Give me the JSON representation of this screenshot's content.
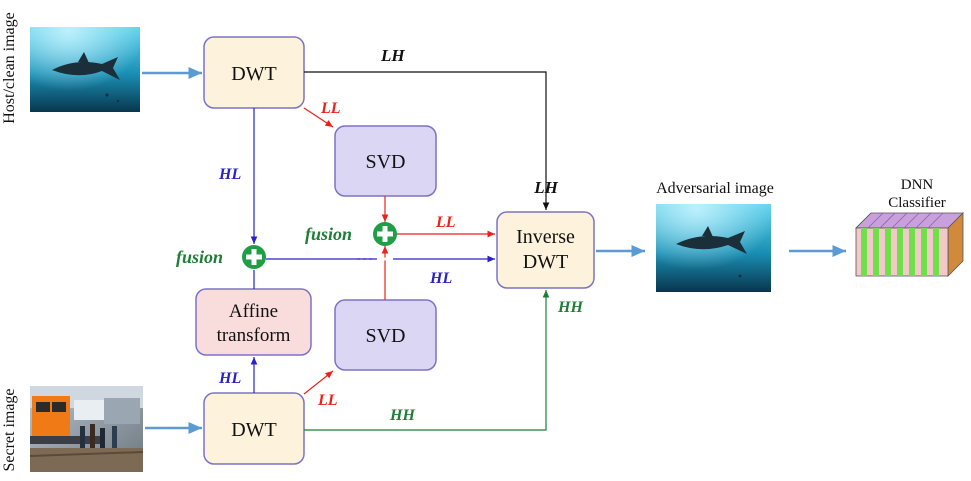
{
  "labels": {
    "host_image": "Host/clean image",
    "secret_image": "Secret image",
    "adversarial_image": "Adversarial image",
    "dnn_line1": "DNN",
    "dnn_line2": "Classifier"
  },
  "boxes": {
    "dwt_top": "DWT",
    "svd_top": "SVD",
    "affine_line1": "Affine",
    "affine_line2": "transform",
    "svd_bottom": "SVD",
    "dwt_bottom": "DWT",
    "inverse_line1": "Inverse",
    "inverse_line2": "DWT"
  },
  "edges": {
    "lh_top": "LH",
    "lh_mid": "LH",
    "ll_top": "LL",
    "hl_top": "HL",
    "ll_fuse": "LL",
    "hl_fuse": "HL",
    "hh_right": "HH",
    "hl_bottom": "HL",
    "ll_bottom": "LL",
    "hh_bottom": "HH"
  },
  "fusion": {
    "left": "fusion",
    "right": "fusion"
  },
  "colors": {
    "blue": "#2a22c8",
    "red": "#e8231b",
    "green": "#1e7e35",
    "black": "#111111",
    "flow_arrow": "#5b9bd5",
    "dwt_fill": "#fdf3dc",
    "svd_fill": "#dcd6f5",
    "affine_fill": "#f9dcdc"
  }
}
